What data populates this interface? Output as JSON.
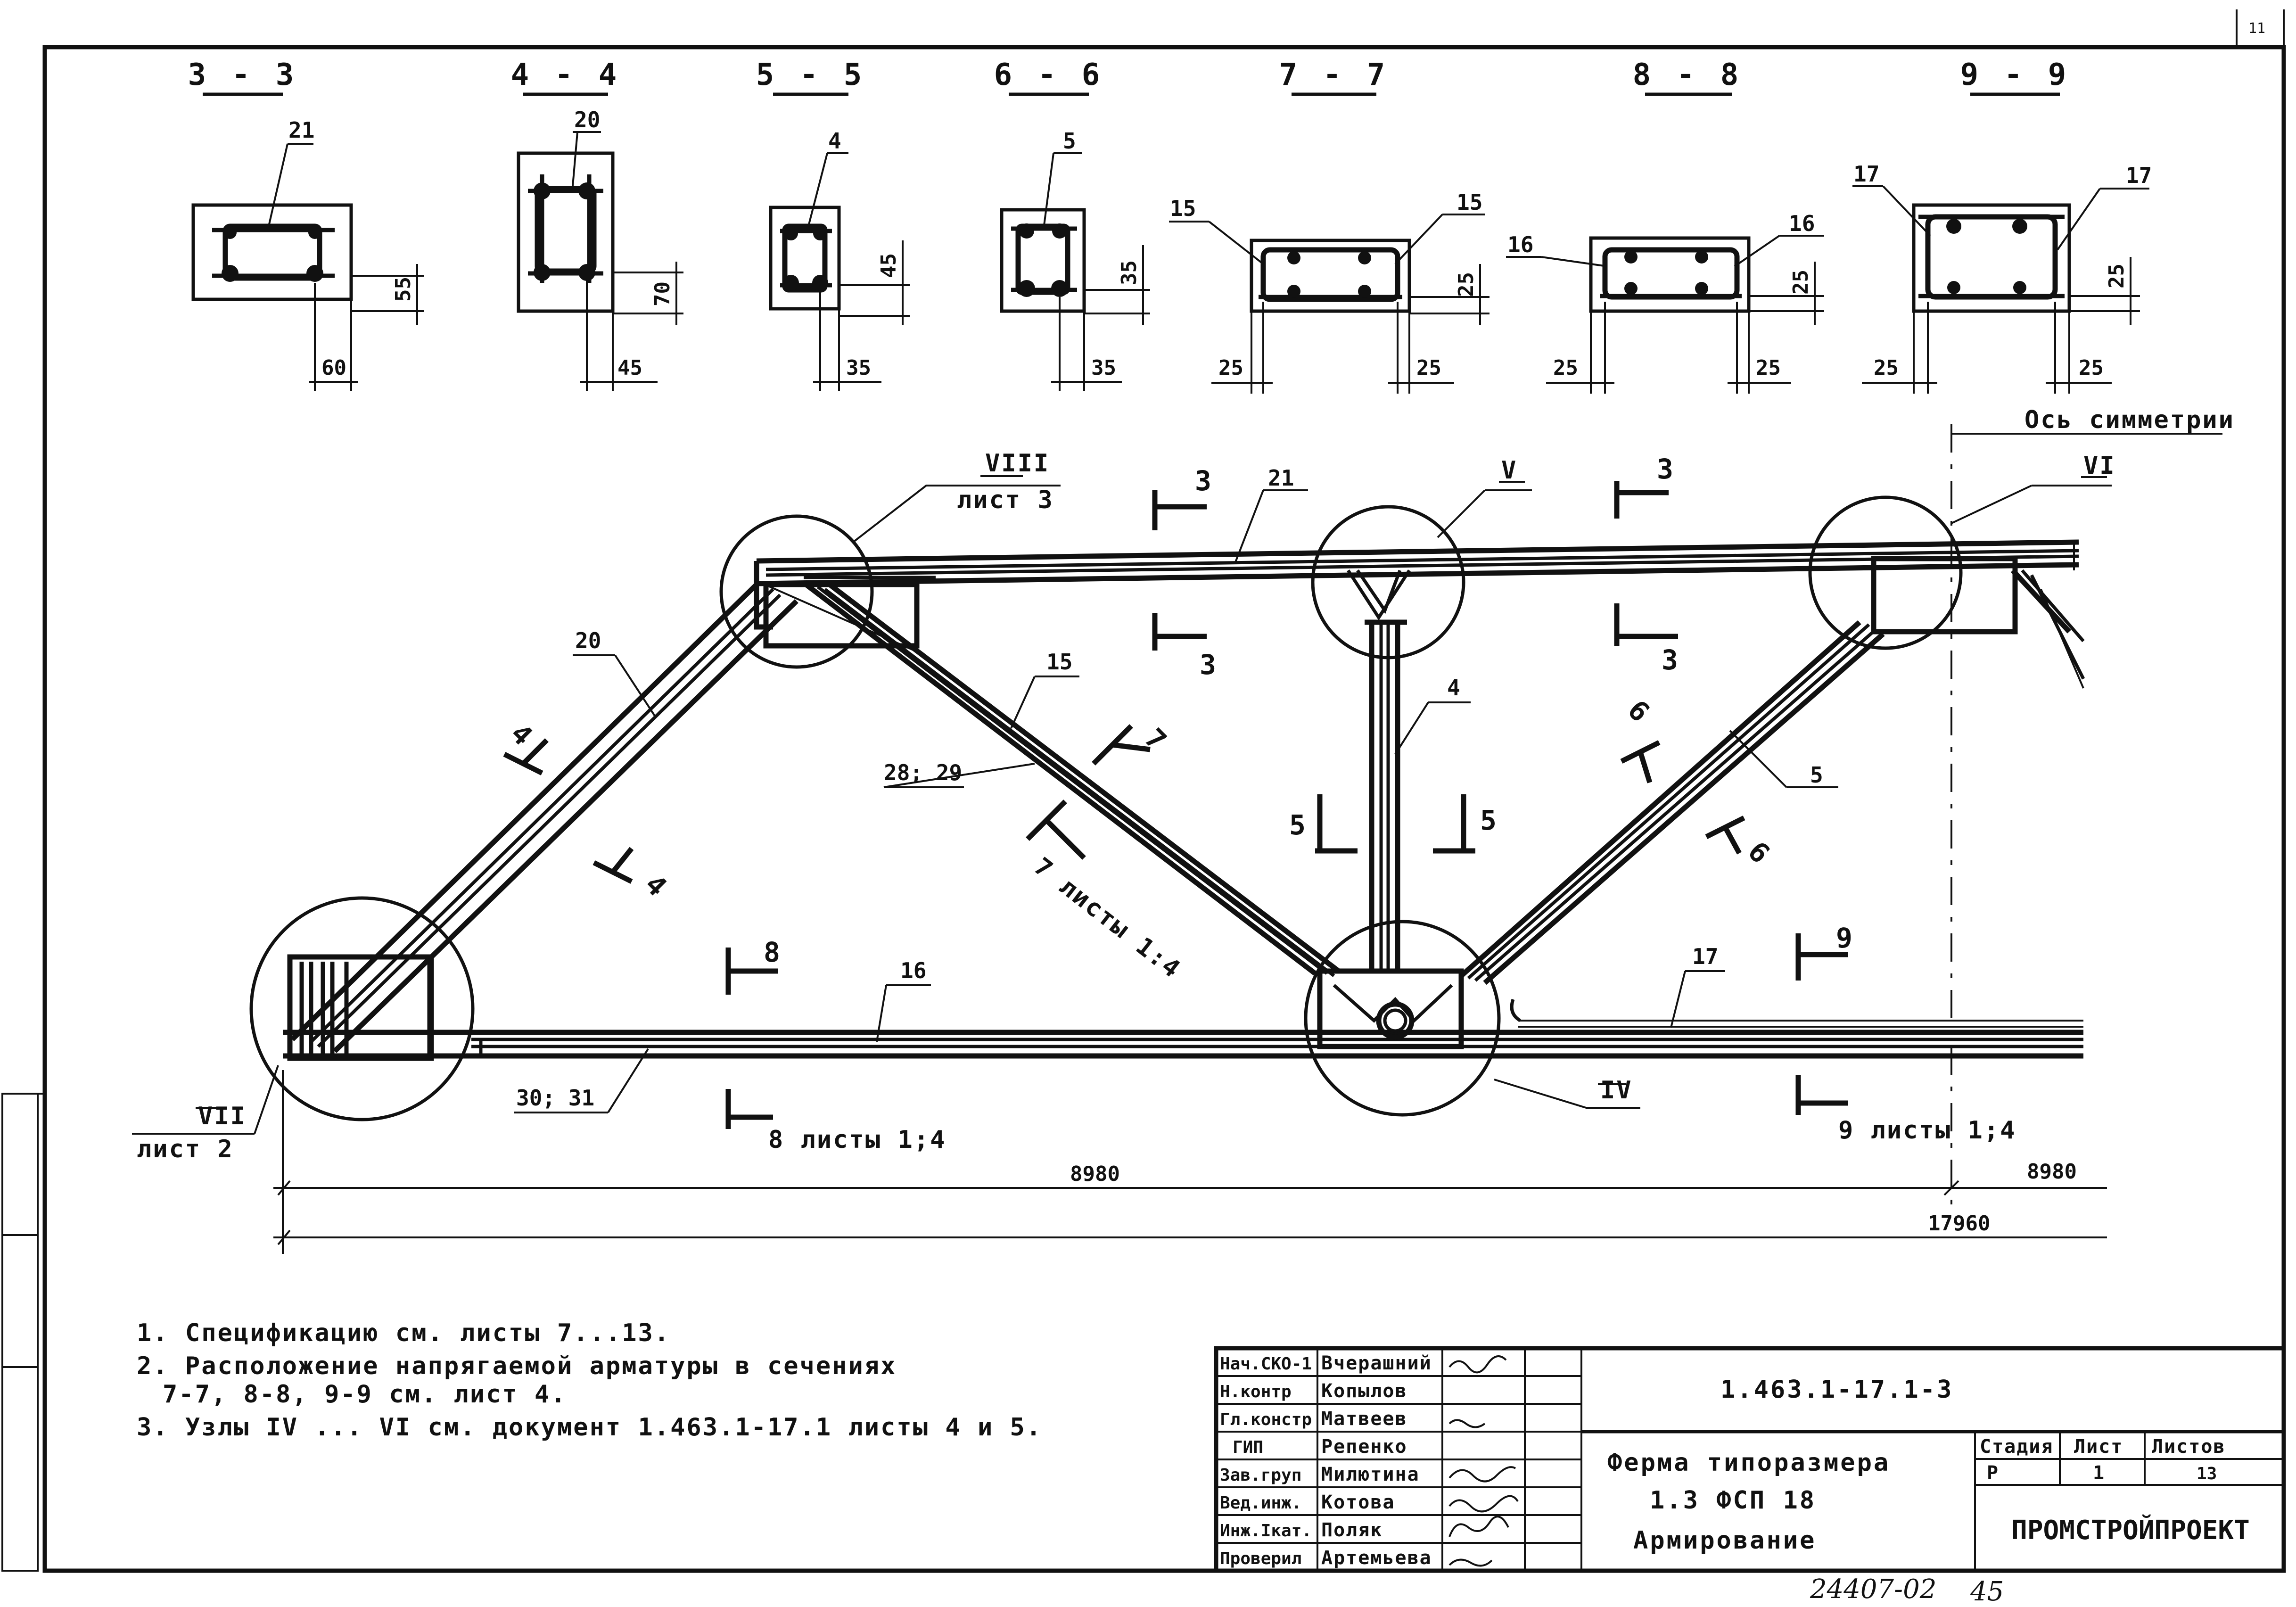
{
  "sheet_corner_mark": "11",
  "sections": [
    {
      "id": "sec-3-3",
      "label": "3 - 3",
      "pos": "21",
      "dims": [
        "55",
        "60"
      ]
    },
    {
      "id": "sec-4-4",
      "label": "4 - 4",
      "pos": "20",
      "dims": [
        "70",
        "45"
      ]
    },
    {
      "id": "sec-5-5",
      "label": "5 - 5",
      "pos": "4",
      "dims": [
        "45",
        "35"
      ]
    },
    {
      "id": "sec-6-6",
      "label": "6 - 6",
      "pos": "5",
      "dims": [
        "35",
        "35"
      ]
    },
    {
      "id": "sec-7-7",
      "label": "7 - 7",
      "pos_left": "15",
      "pos_right": "15",
      "dims": [
        "25",
        "25",
        "25"
      ]
    },
    {
      "id": "sec-8-8",
      "label": "8 - 8",
      "pos_left": "16",
      "pos_right": "16",
      "dims": [
        "25",
        "25",
        "25"
      ]
    },
    {
      "id": "sec-9-9",
      "label": "9 - 9",
      "pos_left": "17",
      "pos_right": "17",
      "dims": [
        "25",
        "25",
        "25"
      ]
    }
  ],
  "truss": {
    "axis_label": "Ось симметрии",
    "node_VIII": {
      "roman": "VIII",
      "sheet": "лист 3"
    },
    "node_VII": {
      "roman": "VII",
      "sheet": "лист 2"
    },
    "node_V": "V",
    "node_VI": "VI",
    "node_IV": "IV",
    "positions": [
      "21",
      "20",
      "15",
      "4",
      "5",
      "16",
      "17",
      "28; 29",
      "30; 31"
    ],
    "cut_marks": {
      "c3": "3",
      "c4": "4",
      "c5": "5",
      "c6": "6",
      "c7": "7",
      "c8": "8",
      "c9": "9",
      "c7_note": "7 листы 1:4",
      "c8_note": "8 листы 1;4",
      "c9_note": "9 листы 1;4"
    },
    "dims": {
      "half_left": "8980",
      "half_right": "8980",
      "total": "17960"
    }
  },
  "notes": [
    "1. Спецификацию см. листы 7...13.",
    "2. Расположение напрягаемой арматуры в сечениях",
    "7-7, 8-8, 9-9 см. лист 4.",
    "3. Узлы IV ... VI см. документ 1.463.1-17.1 листы 4 и 5."
  ],
  "title_block": {
    "roles": [
      {
        "role": "Нач.СКО-1",
        "name": "Вчерашний"
      },
      {
        "role": "Н.контр",
        "name": "Копылов"
      },
      {
        "role": "Гл.констр",
        "name": "Матвеев"
      },
      {
        "role": "ГИП",
        "name": "Репенко"
      },
      {
        "role": "Зав.груп",
        "name": "Милютина"
      },
      {
        "role": "Вед.инж.",
        "name": "Котова"
      },
      {
        "role": "Инж.Iкат.",
        "name": "Поляк"
      },
      {
        "role": "Проверил",
        "name": "Артемьева"
      }
    ],
    "doc_code": "1.463.1-17.1-3",
    "title_lines": [
      "Ферма типоразмера",
      "1.3 ФСП 18",
      "Армирование"
    ],
    "stage_header": "Стадия",
    "sheet_header": "Лист",
    "sheets_header": "Листов",
    "stage": "Р",
    "sheet": "1",
    "sheets": "13",
    "org": "ПРОМСТРОЙПРОЕКТ"
  },
  "archive_number": "24407-02",
  "page_number": "45"
}
